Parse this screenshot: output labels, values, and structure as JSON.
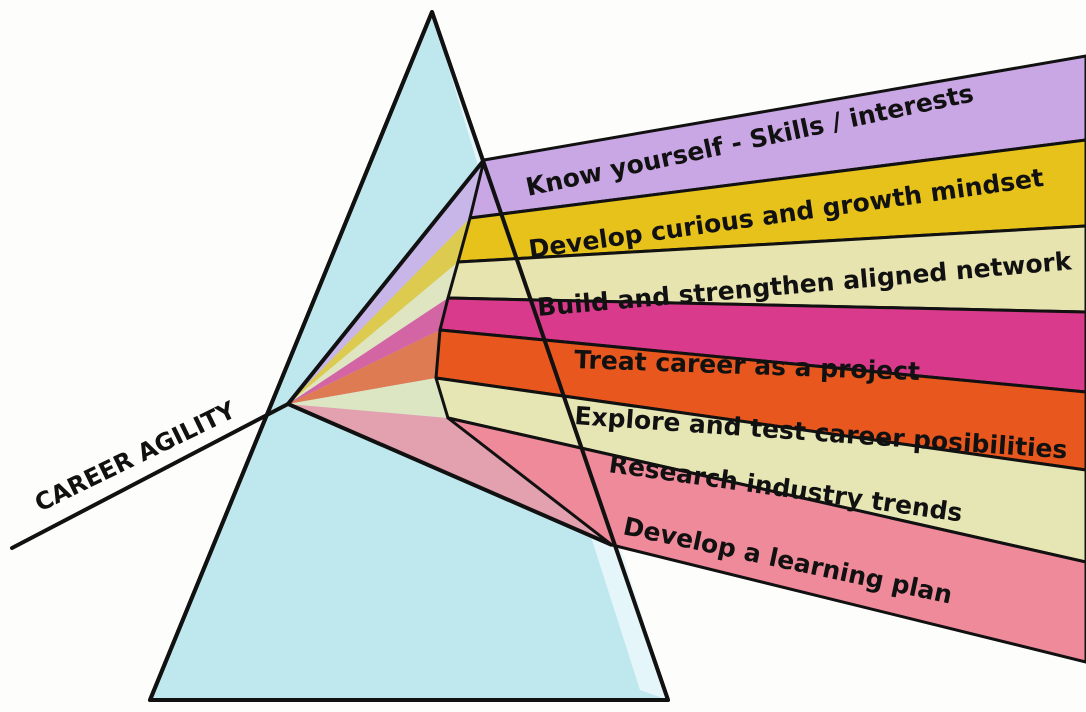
{
  "beam_label": "CAREER AGILITY",
  "bands": [
    {
      "label": "Know yourself - Skills / interests",
      "color": "#c9a6e4"
    },
    {
      "label": "Develop curious and growth mindset",
      "color": "#e6c21a"
    },
    {
      "label": "Build and strengthen aligned network",
      "color": "#e8e4b0"
    },
    {
      "label": "Treat career as a project",
      "color": "#d93a8c"
    },
    {
      "label": "Explore and test career posibilities",
      "color": "#e8571e"
    },
    {
      "label": "Research industry trends",
      "color": "#e6e6b4"
    },
    {
      "label": "Develop a learning plan",
      "color": "#ef8a9a"
    }
  ],
  "colors": {
    "prism_fill": "#bfe8ee",
    "prism_highlight": "#e8f7f9",
    "outline": "#111111"
  }
}
